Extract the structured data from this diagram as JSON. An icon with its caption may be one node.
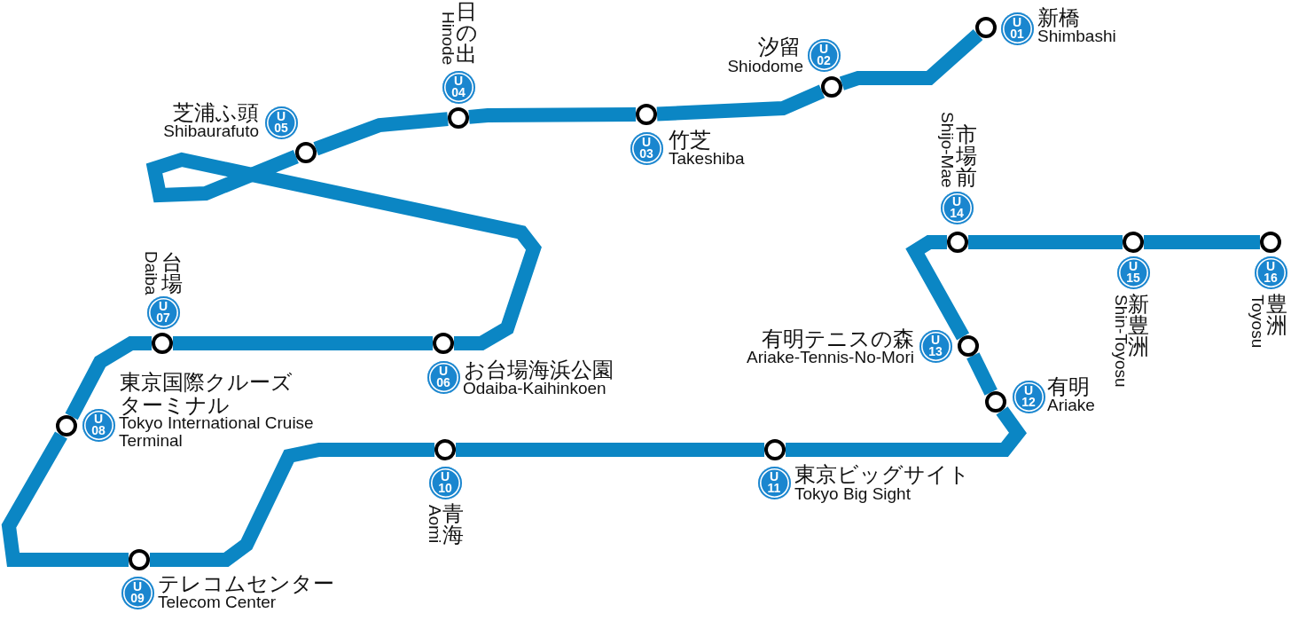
{
  "diagram": {
    "nodes": [
      {
        "text": [],
        "shape": "circle",
        "beside": [
          "U 01",
          "新橋",
          "Shimbashi"
        ]
      },
      {
        "text": [],
        "shape": "circle",
        "beside": [
          "U 02",
          "汐留",
          "Shiodome"
        ]
      },
      {
        "text": [],
        "shape": "circle",
        "beside": [
          "U 03",
          "竹芝",
          "Takeshiba"
        ]
      },
      {
        "text": [],
        "shape": "circle",
        "beside": [
          "U 04",
          "日の出",
          "Hinode"
        ]
      },
      {
        "text": [],
        "shape": "circle",
        "beside": [
          "U 05",
          "芝浦ふ頭",
          "Shibaurafuto"
        ]
      },
      {
        "text": [],
        "shape": "circle",
        "beside": [
          "U 06",
          "お台場海浜公園",
          "Odaiba-Kaihinkoen"
        ]
      },
      {
        "text": [],
        "shape": "circle",
        "beside": [
          "U 07",
          "台場",
          "Daiba"
        ]
      },
      {
        "text": [],
        "shape": "circle",
        "beside": [
          "U 08",
          "東京国際クルーズターミナル",
          "Tokyo International Cruise Terminal"
        ]
      },
      {
        "text": [],
        "shape": "circle",
        "beside": [
          "U 09",
          "テレコムセンター",
          "Telecom Center"
        ]
      },
      {
        "text": [],
        "shape": "circle",
        "beside": [
          "U 10",
          "青海",
          "Aomi"
        ]
      },
      {
        "text": [],
        "shape": "circle",
        "beside": [
          "U 11",
          "東京ビッグサイト",
          "Tokyo Big Sight"
        ]
      },
      {
        "text": [],
        "shape": "circle",
        "beside": [
          "U 12",
          "有明",
          "Ariake"
        ]
      },
      {
        "text": [],
        "shape": "circle",
        "beside": [
          "U 13",
          "有明テニスの森",
          "Ariake-Tennis-No-Mori"
        ]
      },
      {
        "text": [],
        "shape": "circle",
        "beside": [
          "U 14",
          "市場前",
          "Shijo-Mae"
        ]
      },
      {
        "text": [],
        "shape": "circle",
        "beside": [
          "U 15",
          "新豊洲",
          "Shin-Toyosu"
        ]
      },
      {
        "text": [],
        "shape": "circle",
        "beside": [
          "U 16",
          "豊洲",
          "Toyosu"
        ]
      }
    ],
    "edges": [
      {
        "from": 0,
        "to": 1,
        "arrow": "none"
      },
      {
        "from": 1,
        "to": 2,
        "arrow": "none"
      },
      {
        "from": 2,
        "to": 3,
        "arrow": "none"
      },
      {
        "from": 3,
        "to": 4,
        "arrow": "none"
      },
      {
        "from": 4,
        "to": 5,
        "arrow": "none"
      },
      {
        "from": 5,
        "to": 6,
        "arrow": "none"
      },
      {
        "from": 6,
        "to": 7,
        "arrow": "none"
      },
      {
        "from": 7,
        "to": 8,
        "arrow": "none"
      },
      {
        "from": 8,
        "to": 9,
        "arrow": "none"
      },
      {
        "from": 9,
        "to": 10,
        "arrow": "none"
      },
      {
        "from": 10,
        "to": 11,
        "arrow": "none"
      },
      {
        "from": 11,
        "to": 12,
        "arrow": "none"
      },
      {
        "from": 12,
        "to": 13,
        "arrow": "none"
      },
      {
        "from": 13,
        "to": 14,
        "arrow": "none"
      },
      {
        "from": 14,
        "to": 15,
        "arrow": "none"
      }
    ]
  }
}
